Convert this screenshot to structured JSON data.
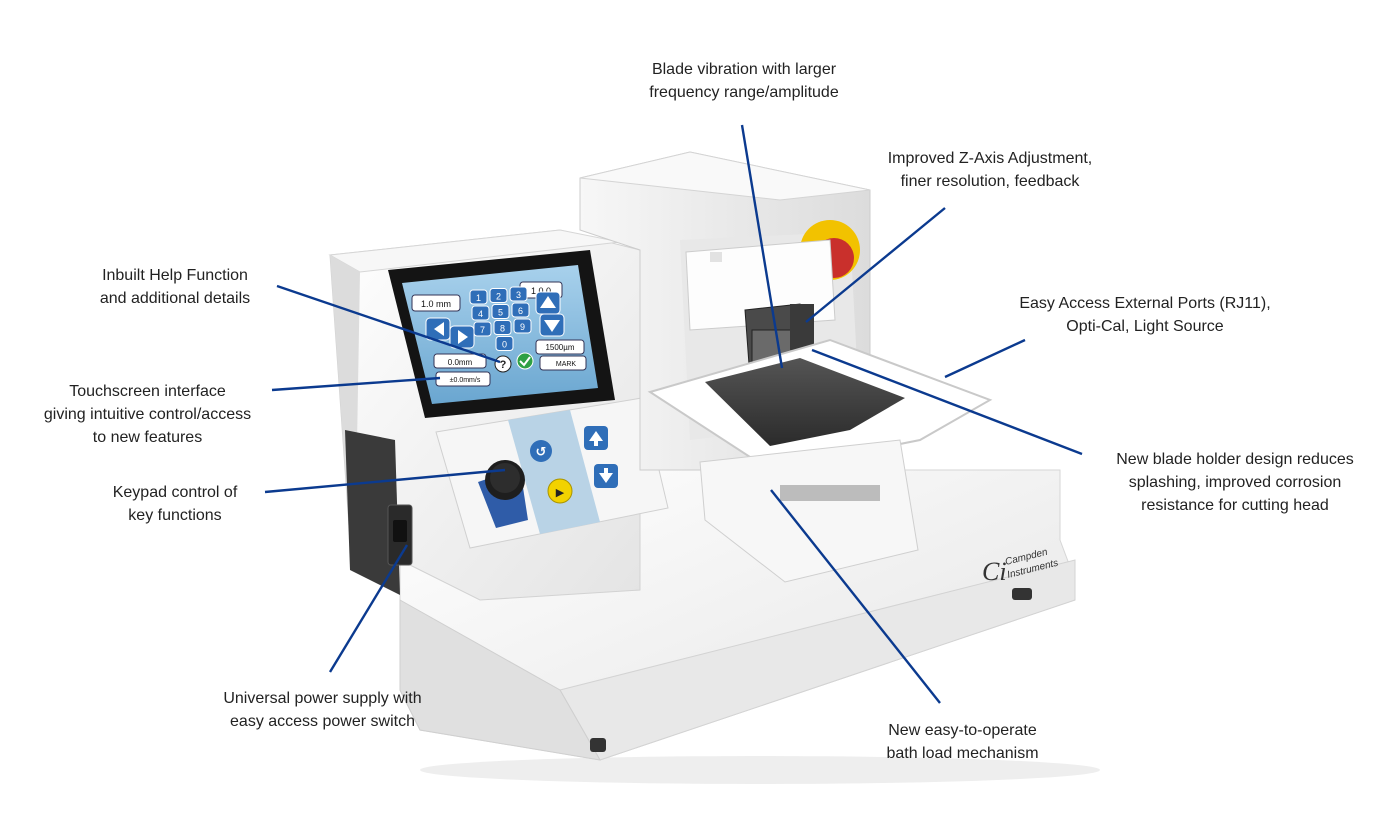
{
  "colors": {
    "leader": "#0b3a8f",
    "body": "#f1f1f1",
    "body_shadow": "#d9d9d9",
    "screen_bezel": "#1a1a1a",
    "screen_bg": "#7ab3d9",
    "button_blue": "#2f6eb8",
    "keypad_panel": "#b9d3e6",
    "bath_metal": "#3c3c3c",
    "emergency_yellow": "#f2c200",
    "emergency_red": "#c9302c",
    "port_dark": "#2f2f2f"
  },
  "callouts": {
    "blade_vibration": {
      "lines": [
        "Blade vibration with larger",
        "frequency range/amplitude"
      ]
    },
    "z_axis": {
      "lines": [
        "Improved Z-Axis Adjustment,",
        "finer resolution, feedback"
      ]
    },
    "help_function": {
      "lines": [
        "Inbuilt Help Function",
        "and additional details"
      ]
    },
    "external_ports": {
      "lines": [
        "Easy Access External Ports (RJ11),",
        "Opti-Cal, Light Source"
      ]
    },
    "touchscreen": {
      "lines": [
        "Touchscreen interface",
        "giving intuitive control/access",
        "to new features"
      ]
    },
    "blade_holder": {
      "lines": [
        "New blade holder design reduces",
        "splashing, improved corrosion",
        "resistance for cutting head"
      ]
    },
    "keypad": {
      "lines": [
        "Keypad control of",
        "key functions"
      ]
    },
    "power_supply": {
      "lines": [
        "Universal power supply with",
        "easy access power switch"
      ]
    },
    "bath_load": {
      "lines": [
        "New easy-to-operate",
        "bath load mechanism"
      ]
    }
  },
  "screen": {
    "field_left": "1.0 mm",
    "field_right": "1.0.0",
    "keys": [
      "1",
      "2",
      "3",
      "4",
      "5",
      "6",
      "7",
      "8",
      "9",
      "0"
    ],
    "speed_value": "0.0mm",
    "speed_rate": "±0.0mm/s",
    "range_value": "1500µm",
    "mark_label": "MARK"
  },
  "logo": {
    "line1": "Campden",
    "line2": "Instruments"
  },
  "icons": {
    "help": "question-icon",
    "confirm": "check-icon",
    "up": "arrow-up-icon",
    "down": "arrow-down-icon",
    "left": "arrow-left-icon",
    "right": "arrow-right-icon",
    "reset": "reset-icon",
    "play": "play-pause-icon"
  }
}
